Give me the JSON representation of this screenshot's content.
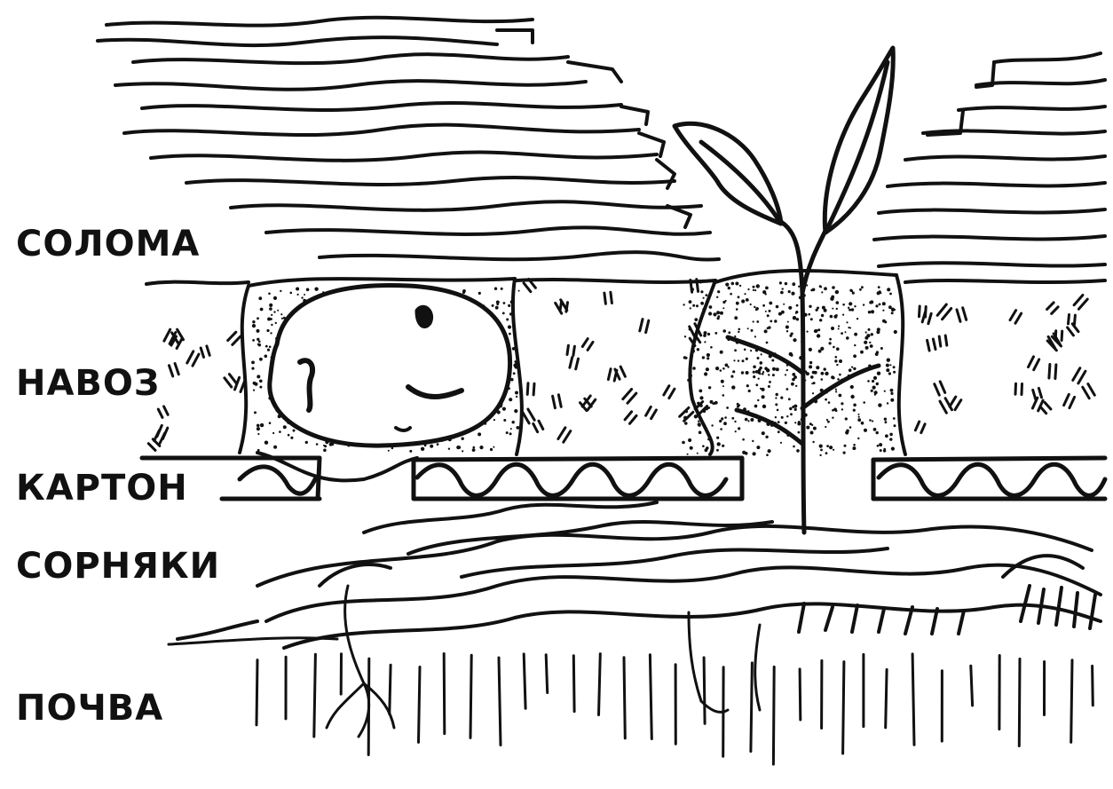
{
  "diagram": {
    "layers": [
      {
        "key": "straw",
        "label": "СОЛОМА"
      },
      {
        "key": "manure",
        "label": "НАВОЗ"
      },
      {
        "key": "cardboard",
        "label": "КАРТОН"
      },
      {
        "key": "weeds",
        "label": "СОРНЯКИ"
      },
      {
        "key": "soil",
        "label": "ПОЧВА"
      }
    ]
  },
  "colors": {
    "ink": "#111111",
    "paper": "#ffffff"
  },
  "icons": [
    "potato-icon",
    "seedling-icon"
  ]
}
